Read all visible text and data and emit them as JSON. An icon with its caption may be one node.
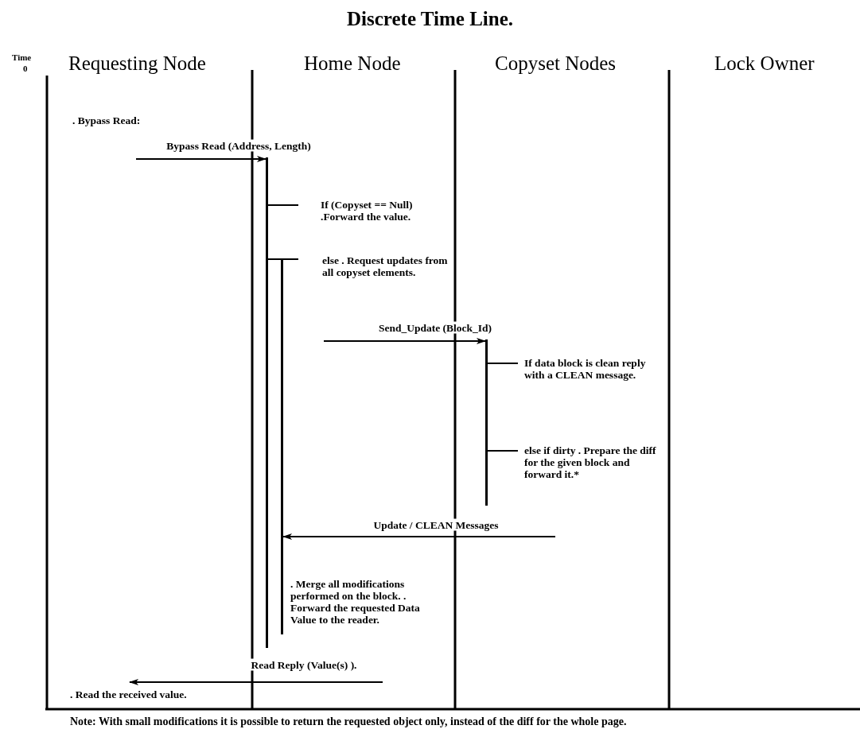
{
  "diagram": {
    "title": "Discrete Time Line.",
    "caption": "Note:  With small modifications it is possible to return the requested object only, instead of the diff for the whole page.",
    "nodes": [
      {
        "text": [],
        "shape": "bar"
      },
      {
        "text": [],
        "shape": "bar"
      },
      {
        "text": [],
        "shape": "bar"
      },
      {
        "text": [
          "If (Copyset == Null) .Forward the value."
        ]
      },
      {
        "text": [
          "else .  Request updates from all copyset elements."
        ]
      },
      {
        "text": [
          "If data block is clean reply with a CLEAN message."
        ]
      },
      {
        "text": [
          "else if dirty . Prepare the diff for the given block and forward it.*"
        ]
      },
      {
        "text": [
          ". Read the received value."
        ]
      }
    ],
    "edges": [
      {
        "from": null,
        "to": 0,
        "arrow": "to",
        "label": "Bypass Read (Address, Length)"
      },
      {
        "from": 3,
        "to": 0,
        "arrow": "none"
      },
      {
        "from": 4,
        "to": 0,
        "arrow": "none"
      },
      {
        "from": null,
        "to": 2,
        "arrow": "to",
        "label": "Send_Update (Block_Id)"
      },
      {
        "from": 5,
        "to": 2,
        "arrow": "none"
      },
      {
        "from": 6,
        "to": 2,
        "arrow": "none"
      },
      {
        "from": null,
        "to": 1,
        "arrow": "to",
        "label": "Update / CLEAN Messages"
      },
      {
        "from": null,
        "to": 7,
        "arrow": "to",
        "label": "Read Reply (Value(s) )."
      }
    ],
    "labels": [
      "Time",
      "Requesting Node",
      "Home Node",
      "Copyset Nodes",
      "Lock Owner",
      "0",
      ". Bypass Read:",
      ". Merge all modifications performed on the block. . Forward the requested Data Value to the reader."
    ]
  }
}
